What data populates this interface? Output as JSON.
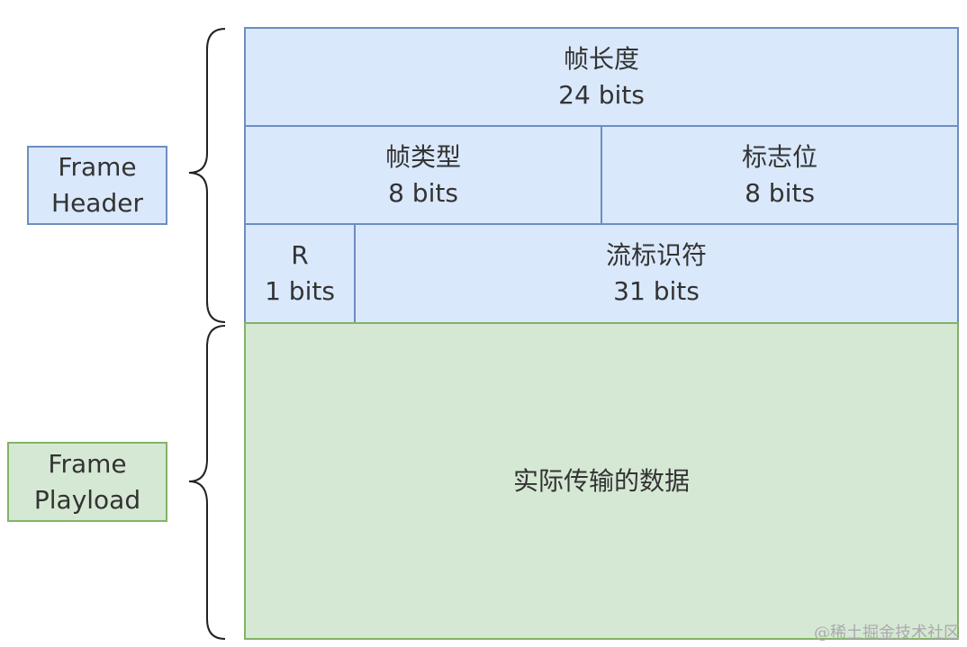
{
  "side_labels": {
    "header": {
      "line1": "Frame",
      "line2": "Header"
    },
    "payload": {
      "line1": "Frame",
      "line2": "Playload"
    }
  },
  "fields": {
    "length": {
      "name": "帧长度",
      "bits": "24 bits"
    },
    "type": {
      "name": "帧类型",
      "bits": "8 bits"
    },
    "flags": {
      "name": "标志位",
      "bits": "8 bits"
    },
    "reserved": {
      "name": "R",
      "bits": "1 bits"
    },
    "stream_id": {
      "name": "流标识符",
      "bits": "31 bits"
    },
    "payload": {
      "name": "实际传输的数据"
    }
  },
  "watermark": "@稀土掘金技术社区",
  "colors": {
    "header_fill": "#dae8fc",
    "header_stroke": "#6c8ebf",
    "payload_fill": "#d5e8d4",
    "payload_stroke": "#82b366"
  }
}
